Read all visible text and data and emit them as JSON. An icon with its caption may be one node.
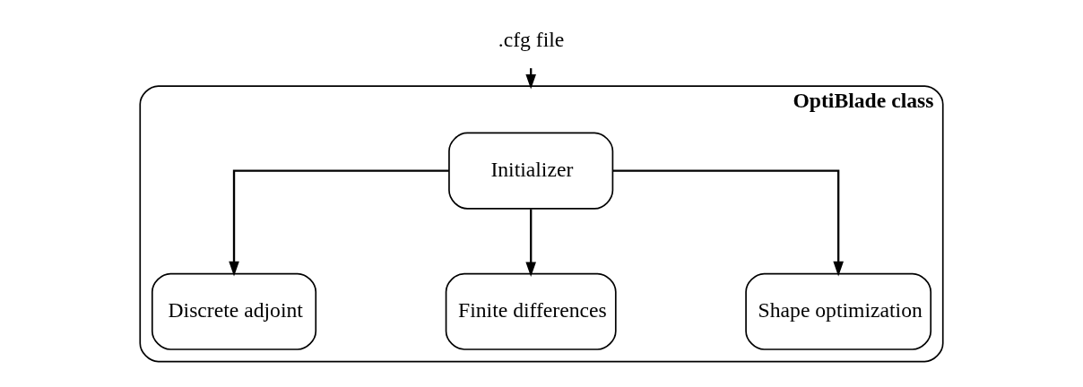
{
  "diagram": {
    "nodes": [
      {
        "text": [
          ".cfg file"
        ]
      },
      {
        "text": [
          "OptiBlade class"
        ]
      },
      {
        "text": [
          "Initializer"
        ],
        "in": 1
      },
      {
        "text": [
          "Discrete adjoint"
        ],
        "in": 1
      },
      {
        "text": [
          "Finite differences"
        ],
        "in": 1
      },
      {
        "text": [
          "Shape optimization"
        ],
        "in": 1
      }
    ],
    "edges": [
      {
        "from": 0,
        "to": 1,
        "arrow": "to"
      },
      {
        "from": 2,
        "to": 3,
        "arrow": "to"
      },
      {
        "from": 2,
        "to": 4,
        "arrow": "to"
      },
      {
        "from": 2,
        "to": 5,
        "arrow": "to"
      }
    ]
  }
}
